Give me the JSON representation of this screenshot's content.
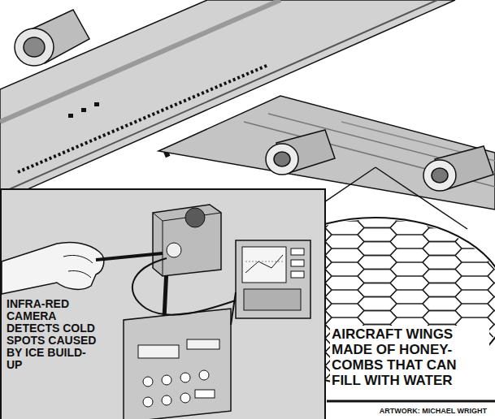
{
  "diagram": {
    "labels": [
      "INFRA-RED CAMERA DETECTS COLD SPOTS CAUSED BY ICE BUILD-UP",
      "AIRCRAFT WINGS MADE OF HONEY-COMBS THAT CAN FILL WITH WATER",
      "ARTWORK: MICHAEL WRIGHT"
    ]
  }
}
